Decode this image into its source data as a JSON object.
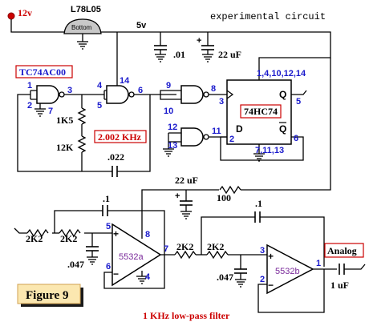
{
  "title": "experimental circuit",
  "supply_label": "12v",
  "rail_label": "5v",
  "regulator": {
    "name": "L78L05",
    "view": "Bottom"
  },
  "chips": {
    "gate_ic": "TC74AC00",
    "flipflop": "74HC74",
    "opamp_a": "5532a",
    "opamp_b": "5532b"
  },
  "ff_pins": {
    "vcc": "1,4,10,12,14",
    "gnd": "7,11,13",
    "q": "5",
    "qbar": "6",
    "clk": "3",
    "d": "2",
    "q_label": "Q",
    "qbar_label": "Q",
    "d_label": "D"
  },
  "gate_pins": {
    "g1_in1": "1",
    "g1_in2": "2",
    "g1_gnd": "7",
    "g1_out": "3",
    "g2_in1": "4",
    "g2_in2": "5",
    "g2_vcc": "14",
    "g2_out": "6",
    "g3_in1": "9",
    "g3_in2": "10",
    "g3_out": "8",
    "g4_in1": "12",
    "g4_in2": "13",
    "g4_out": "11"
  },
  "components": {
    "c_01": ".01",
    "c_22uf_top": "22 uF",
    "r_1k5": "1K5",
    "r_12k": "12K",
    "c_022": ".022",
    "c_22uf_mid": "22 uF",
    "r_100": "100",
    "r_2k2_1": "2K2",
    "r_2k2_2": "2K2",
    "c_047_1": ".047",
    "c_1_1": ".1",
    "r_2k2_3": "2K2",
    "r_2k2_4": "2K2",
    "c_047_2": ".047",
    "c_1_2": ".1",
    "c_1uf": "1 uF"
  },
  "opamp_pins": {
    "a_plus": "5",
    "a_minus": "6",
    "a_vcc": "8",
    "a_gnd": "4",
    "a_out": "7",
    "b_plus": "3",
    "b_minus": "2",
    "b_out": "1"
  },
  "signs": {
    "plus": "+",
    "minus": "−"
  },
  "frequency": "2.002 KHz",
  "analog_label": "Analog",
  "figure_label": "Figure 9",
  "filter_caption": "1 KHz low-pass filter"
}
